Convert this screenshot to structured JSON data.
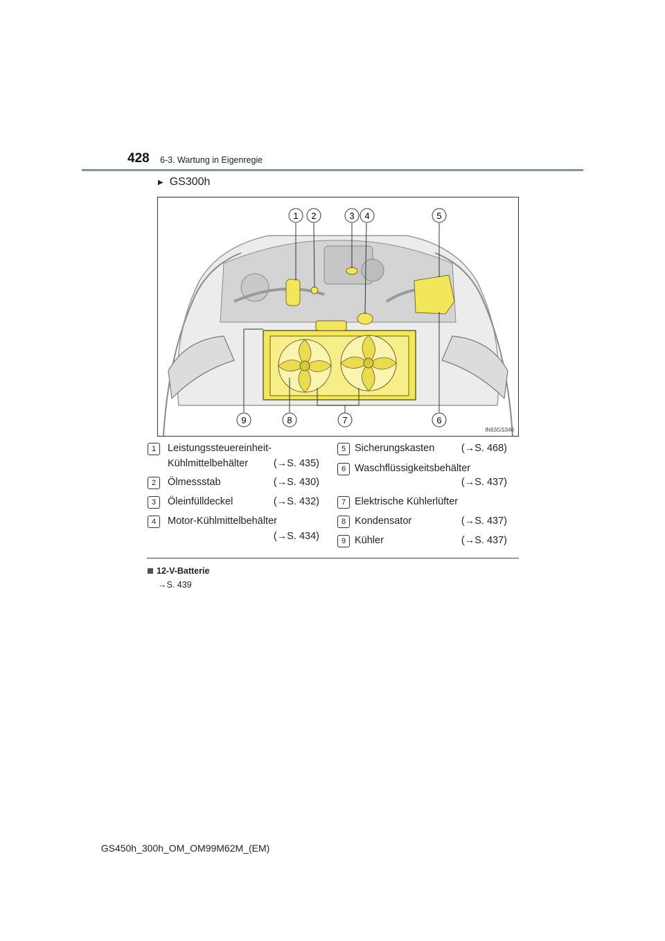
{
  "header": {
    "page_number": "428",
    "section_title": "6-3. Wartung in Eigenregie"
  },
  "model_label": "GS300h",
  "figure": {
    "code": "IN63GS340",
    "callouts": [
      "1",
      "2",
      "3",
      "4",
      "5",
      "6",
      "7",
      "8",
      "9"
    ]
  },
  "legend": [
    {
      "num": "1",
      "label_line1": "Leistungssteuereinheit-",
      "label_line2": "Kühlmittelbehälter",
      "ref": "(→S. 435)"
    },
    {
      "num": "2",
      "label": "Ölmessstab",
      "ref": "(→S. 430)"
    },
    {
      "num": "3",
      "label": "Öleinfülldeckel",
      "ref": "(→S. 432)"
    },
    {
      "num": "4",
      "label": "Motor-Kühlmittelbehälter",
      "ref": "(→S. 434)"
    },
    {
      "num": "5",
      "label": "Sicherungskasten",
      "ref": "(→S. 468)"
    },
    {
      "num": "6",
      "label": "Waschflüssigkeitsbehälter",
      "ref": "(→S. 437)"
    },
    {
      "num": "7",
      "label": "Elektrische Kühlerlüfter"
    },
    {
      "num": "8",
      "label": "Kondensator",
      "ref": "(→S. 437)"
    },
    {
      "num": "9",
      "label": "Kühler",
      "ref": "(→S. 437)"
    }
  ],
  "note": {
    "title": "12-V-Batterie",
    "ref": "→S. 439"
  },
  "footer": "GS450h_300h_OM_OM99M62M_(EM)",
  "colors": {
    "header_rule": "#7d9a86",
    "highlight": "#f2e65c"
  }
}
